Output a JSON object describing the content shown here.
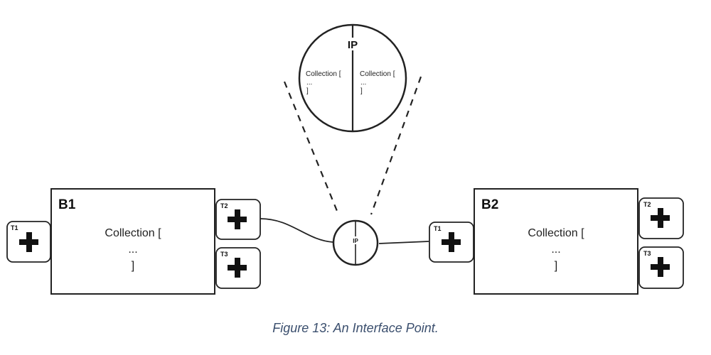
{
  "blocks": {
    "b1": {
      "title": "B1",
      "collection_open": "Collection [",
      "collection_ellipsis": "...",
      "collection_close": "]",
      "terminals": {
        "t1": "T1",
        "t2": "T2",
        "t3": "T3"
      }
    },
    "b2": {
      "title": "B2",
      "collection_open": "Collection [",
      "collection_ellipsis": "...",
      "collection_close": "]",
      "terminals": {
        "t1": "T1",
        "t2": "T2",
        "t3": "T3"
      }
    }
  },
  "interface_point": {
    "label": "IP",
    "zoom": {
      "label": "IP",
      "left": {
        "open": "Collection [",
        "ellipsis": "...",
        "close": "]"
      },
      "right": {
        "open": "Collection [",
        "ellipsis": "...",
        "close": "]"
      }
    }
  },
  "caption": "Figure 13: An Interface Point."
}
